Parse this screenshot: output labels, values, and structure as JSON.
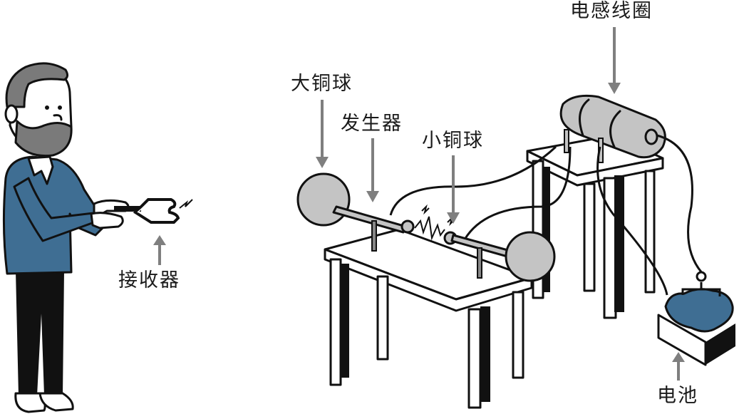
{
  "diagram": {
    "title": "赫兹实验装置示意图",
    "colors": {
      "outline": "#111111",
      "gray_fill": "#c4c4c4",
      "hair_gray": "#7a7a7a",
      "sweater_blue": "#3f6e93",
      "battery_blue": "#3f6e93",
      "arrow_gray": "#7f7f7f",
      "label_text": "#1a1a1a"
    },
    "labels": {
      "receiver": "接收器",
      "large_copper_ball": "大铜球",
      "generator": "发生器",
      "small_copper_ball": "小铜球",
      "induction_coil": "电感线圈",
      "battery": "电池"
    },
    "components": [
      {
        "id": "person",
        "description": "bearded man in blue sweater holding receiver"
      },
      {
        "id": "receiver",
        "description": "rectangular wire loop with small gap and spark"
      },
      {
        "id": "generator",
        "description": "two rods with large copper balls and small spark-gap balls on a table"
      },
      {
        "id": "induction_coil",
        "description": "cylindrical coil on a second table"
      },
      {
        "id": "battery",
        "description": "battery cells in a box connected by wires"
      }
    ]
  }
}
